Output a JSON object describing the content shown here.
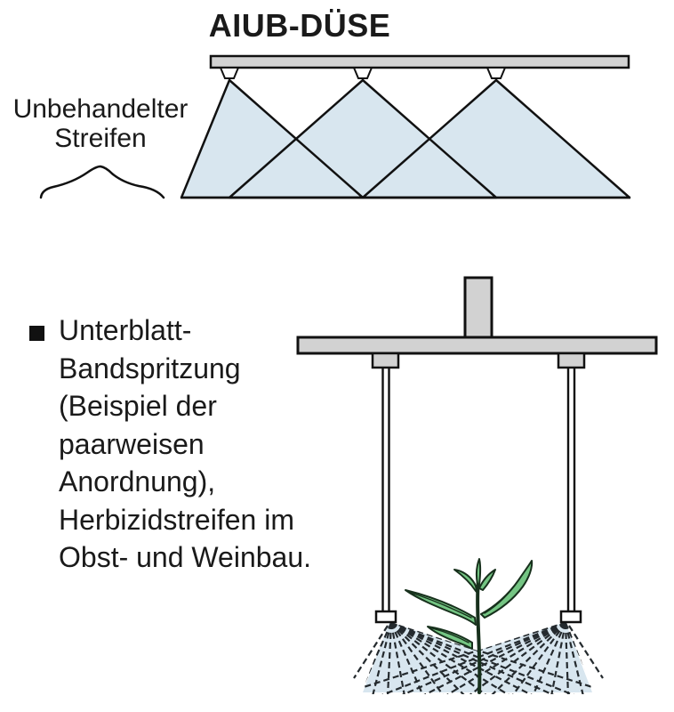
{
  "title": "AIUB-DÜSE",
  "top_diagram": {
    "label_line1": "Unbehandelter",
    "label_line2": "Streifen",
    "nozzle_count": 3
  },
  "caption": {
    "lines": [
      "Unterblatt-",
      "Bandspritzung",
      "(Beispiel der",
      "paarweisen",
      "Anordnung),",
      "Herbizidstreifen im",
      "Obst- und Weinbau."
    ]
  },
  "colors": {
    "spray_fill": "#d8e6ef",
    "metal_gray": "#d2d2d2",
    "outline": "#111111",
    "dash": "#242a2e",
    "leaf_green": "#74c583",
    "leaf_outline": "#17301c",
    "text": "#1a1a1a"
  }
}
